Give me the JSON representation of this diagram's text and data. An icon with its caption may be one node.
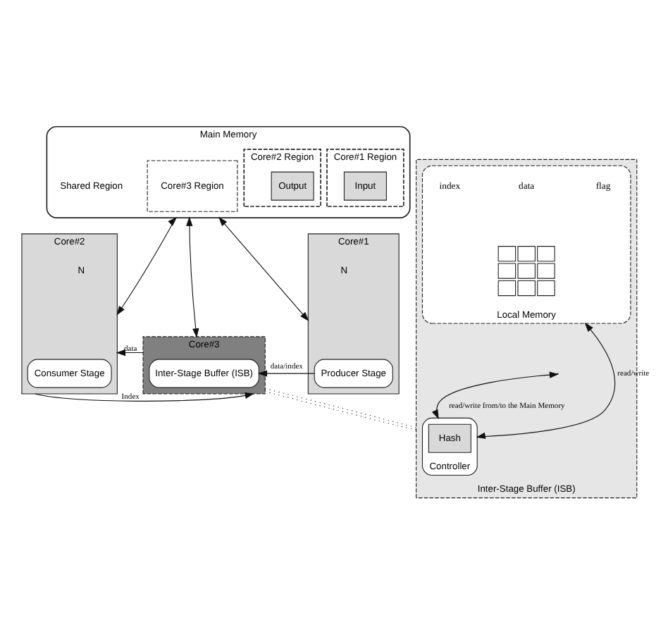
{
  "diagram": {
    "nodes": [
      {
        "text": [
          "Main Memory"
        ]
      },
      {
        "text": [
          "Core#1 Region"
        ],
        "in": 0
      },
      {
        "text": [
          "Input"
        ],
        "in": 1
      },
      {
        "text": [
          "Core#3 Region"
        ],
        "in": 0
      },
      {
        "text": [
          "Core#2 Region"
        ],
        "in": 0
      },
      {
        "text": [
          "Output"
        ],
        "in": 4
      },
      {
        "text": [
          "Core#1"
        ]
      },
      {
        "text": [
          "Producer Stage"
        ],
        "in": 6
      },
      {
        "text": [
          "Core#3"
        ]
      },
      {
        "text": [
          "Inter-Stage Buffer (ISB)"
        ],
        "in": 8
      },
      {
        "text": [
          "Core#2"
        ]
      },
      {
        "text": [
          "Consumer Stage"
        ],
        "in": 10
      },
      {
        "text": [
          "Inter-Stage Buffer (ISB)"
        ]
      },
      {
        "text": [
          "Controller"
        ],
        "in": 12
      },
      {
        "text": [
          "Hash"
        ],
        "in": 13
      },
      {
        "text": [
          "Local Memory"
        ],
        "in": 12
      }
    ],
    "edges": [
      {
        "from": 0,
        "to": 6,
        "arrow": "both"
      },
      {
        "from": 0,
        "to": 8,
        "arrow": "both"
      },
      {
        "from": 0,
        "to": 10,
        "arrow": "both"
      },
      {
        "from": 7,
        "to": 9,
        "arrow": "to",
        "label": "data/index"
      },
      {
        "from": 8,
        "to": 10,
        "arrow": "to",
        "label": "data"
      },
      {
        "from": 10,
        "to": 8,
        "arrow": "to",
        "label": "Index"
      },
      {
        "from": 8,
        "to": 12,
        "arrow": "none",
        "style": "dashed"
      },
      {
        "from": 8,
        "to": 12,
        "arrow": "none",
        "style": "dashed"
      },
      {
        "from": 13,
        "to": null,
        "arrow": "both",
        "label": "read/write from/to the Main Memory"
      },
      {
        "from": 13,
        "to": 15,
        "arrow": "both",
        "label": "read/write"
      }
    ],
    "labels": [
      "Shared Region",
      "N",
      "N",
      "index",
      "data",
      "flag"
    ]
  }
}
